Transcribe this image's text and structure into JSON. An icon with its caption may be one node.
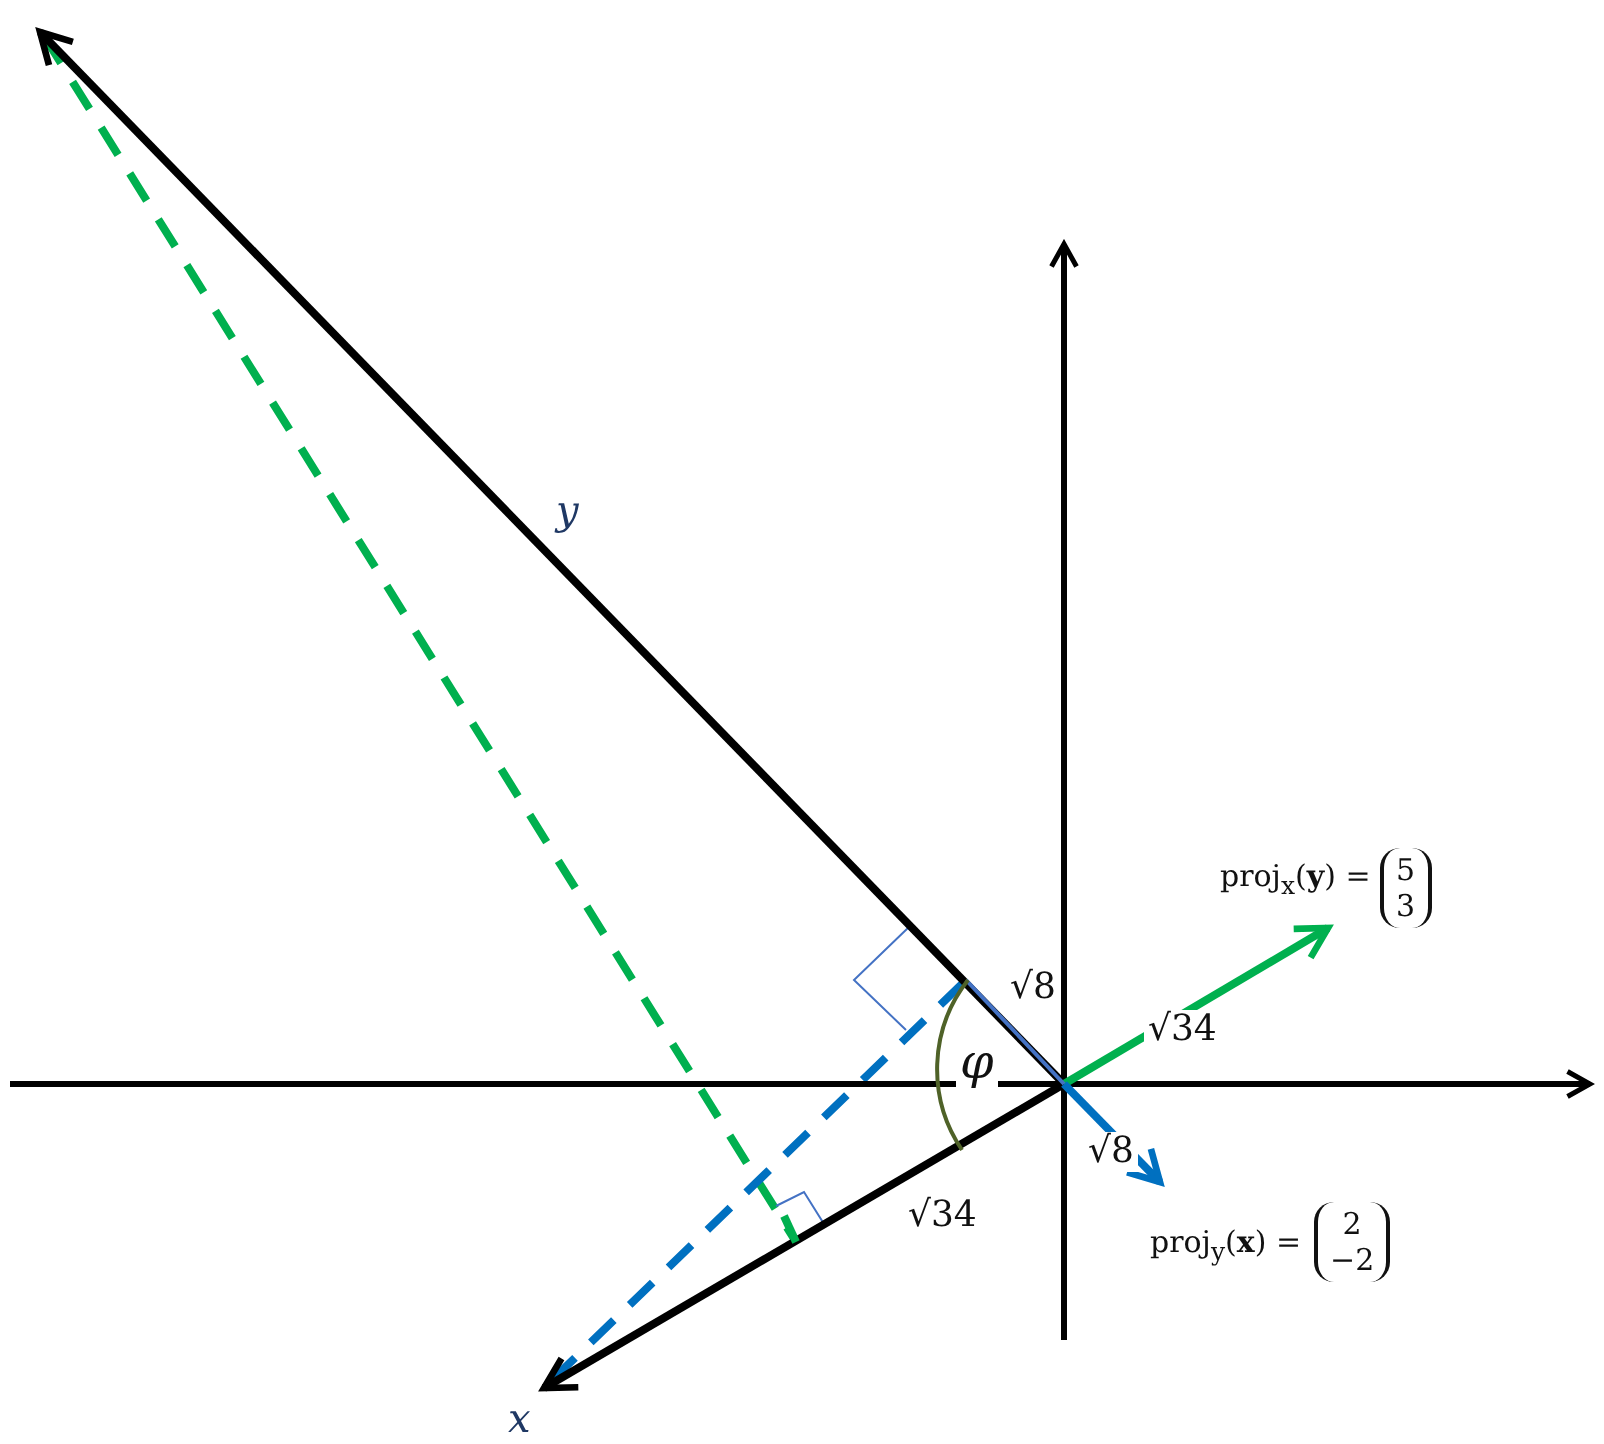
{
  "diagram": {
    "labels": [
      "*y*",
      "proj$_{x}$(**y**) =",
      "5",
      "3",
      "√8",
      "√34",
      "*φ*",
      "√8",
      "√34",
      "proj$_{y}$(**x**) =",
      "2",
      "−2",
      "*x*"
    ]
  }
}
